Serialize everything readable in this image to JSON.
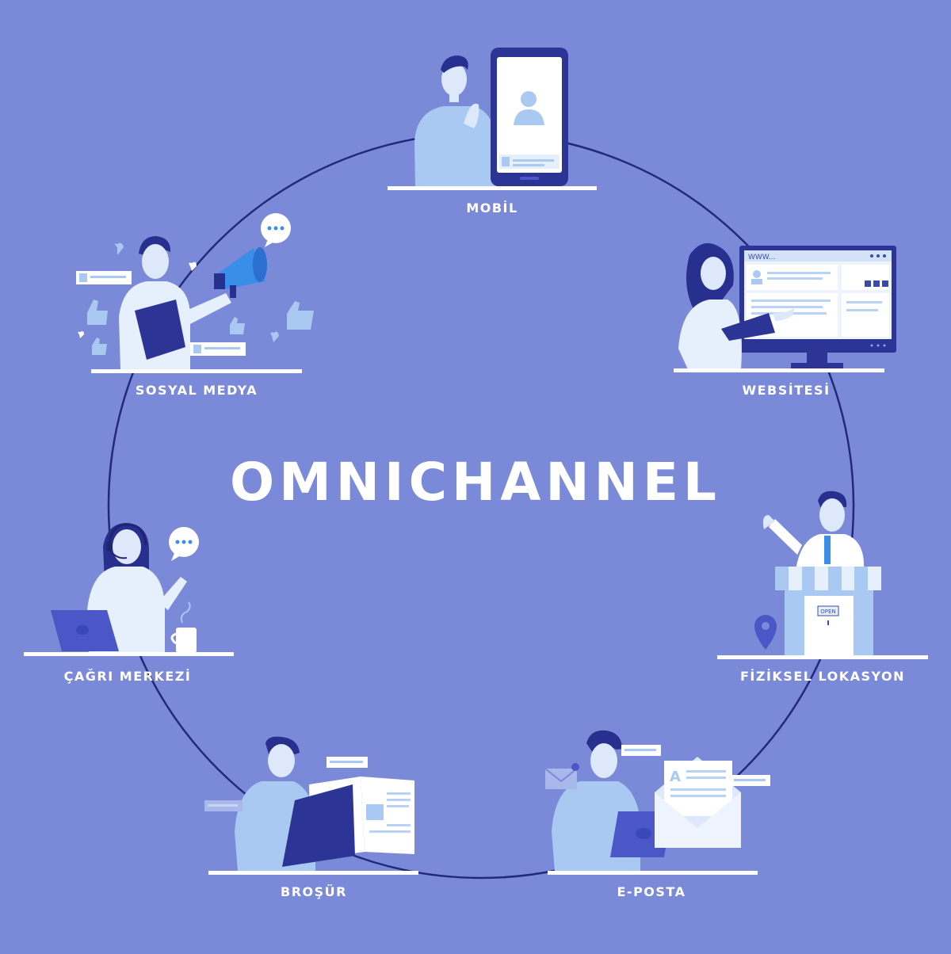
{
  "title": "OMNICHANNEL",
  "colors": {
    "background": "#7b8ad8",
    "ring": "#23297a",
    "navy": "#272f8f",
    "light_blue": "#a9c9f3",
    "pale": "#e6f0fc",
    "accent_blue": "#3a8ee8",
    "label": "#ffffff"
  },
  "channels": [
    {
      "id": "mobile",
      "label": "MOBİL",
      "icon": "smartphone-icon"
    },
    {
      "id": "website",
      "label": "WEBSİTESİ",
      "icon": "monitor-icon"
    },
    {
      "id": "physical",
      "label": "FİZİKSEL LOKASYON",
      "icon": "store-icon"
    },
    {
      "id": "email",
      "label": "E-POSTA",
      "icon": "envelope-icon"
    },
    {
      "id": "brochure",
      "label": "BROŞÜR",
      "icon": "open-book-icon"
    },
    {
      "id": "call_center",
      "label": "ÇAĞRI MERKEZİ",
      "icon": "headset-icon"
    },
    {
      "id": "social_media",
      "label": "SOSYAL MEDYA",
      "icon": "megaphone-icon"
    }
  ],
  "website_screen": {
    "url_text": "WWW..."
  },
  "store_sign": {
    "text": "OPEN"
  }
}
